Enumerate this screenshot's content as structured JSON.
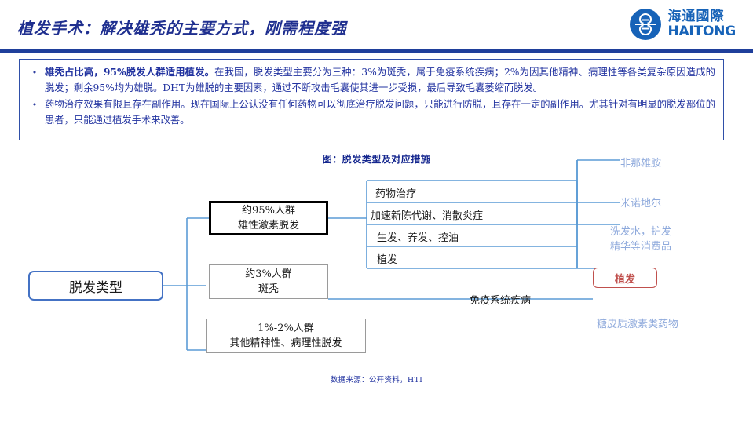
{
  "header": {
    "title": "植发手术：解决雄秃的主要方式，刚需程度强",
    "logo_cn": "海通國際",
    "logo_en": "HAITONG",
    "accent_color": "#1f3f9b",
    "logo_color": "#1763b8"
  },
  "callout": {
    "bullets": [
      {
        "marker": "•",
        "bold": "雄秃占比高，95%脱发人群适用植发。",
        "rest": "在我国，脱发类型主要分为三种：3%为斑秃，属于免疫系统疾病；2%为因其他精神、病理性等各类复杂原因造成的脱发；剩余95%均为雄脱。DHT为雄脱的主要因素，通过不断攻击毛囊使其进一步受损，最后导致毛囊萎缩而脱发。"
      },
      {
        "marker": "•",
        "bold": "",
        "rest": "药物治疗效果有限且存在副作用。现在国际上公认没有任何药物可以彻底治疗脱发问题，只能进行防脱，且存在一定的副作用。尤其针对有明显的脱发部位的患者，只能通过植发手术来改善。"
      }
    ]
  },
  "figure": {
    "title": "图：脱发类型及对应措施",
    "source": "数据来源：公开资料，HTI"
  },
  "chart_data": {
    "type": "diagram",
    "title": "图：脱发类型及对应措施",
    "root": "脱发类型",
    "branches": [
      {
        "id": "androgenic",
        "label_line1": "约95%人群",
        "label_line2": "雄性激素脱发",
        "share": "95%",
        "emphasis": "thick-black-border",
        "treatments": [
          {
            "label": "药物治疗",
            "products": [
              "非那雄胺",
              "米诺地尔"
            ]
          },
          {
            "label": "加速新陈代谢、消散炎症",
            "products": []
          },
          {
            "label": "生发、养发、控油",
            "products": [
              "洗发水，护发精华等消费品"
            ]
          },
          {
            "label": "植发",
            "products": [
              "植发"
            ],
            "highlight": true
          }
        ]
      },
      {
        "id": "alopecia-areata",
        "label_line1": "约3%人群",
        "label_line2": "斑秃",
        "share": "3%",
        "treatments": [
          {
            "label": "免疫系统疾病",
            "products": [
              "糖皮质激素类药物"
            ]
          }
        ]
      },
      {
        "id": "other",
        "label_line1": "1%-2%人群",
        "label_line2": "其他精神性、病理性脱发",
        "share": "1%-2%",
        "treatments": []
      }
    ],
    "right_items": [
      "非那雄胺",
      "米诺地尔",
      "洗发水，护发",
      "精华等消费品",
      "植发",
      "糖皮质激素类药物"
    ],
    "middle_items": [
      "药物治疗",
      "加速新陈代谢、消散炎症",
      "生发、养发、控油",
      "植发",
      "免疫系统疾病"
    ],
    "colors": {
      "connector": "#5b9bd5",
      "highlight_box": "#c0504d",
      "light_text": "#8faadc",
      "root_border": "#4472c4"
    }
  },
  "diagram_labels": {
    "root": "脱发类型",
    "box_a_l1": "约95%人群",
    "box_a_l2": "雄性激素脱发",
    "box_b_l1": "约3%人群",
    "box_b_l2": "斑秃",
    "box_c_l1": "1%-2%人群",
    "box_c_l2": "其他精神性、病理性脱发",
    "mid1": "药物治疗",
    "mid2": "加速新陈代谢、消散炎症",
    "mid3": "生发、养发、控油",
    "mid4": "植发",
    "mid5": "免疫系统疾病",
    "right1": "非那雄胺",
    "right2": "米诺地尔",
    "right3_l1": "洗发水，护发",
    "right3_l2": "精华等消费品",
    "right4": "植发",
    "right5": "糖皮质激素类药物"
  }
}
